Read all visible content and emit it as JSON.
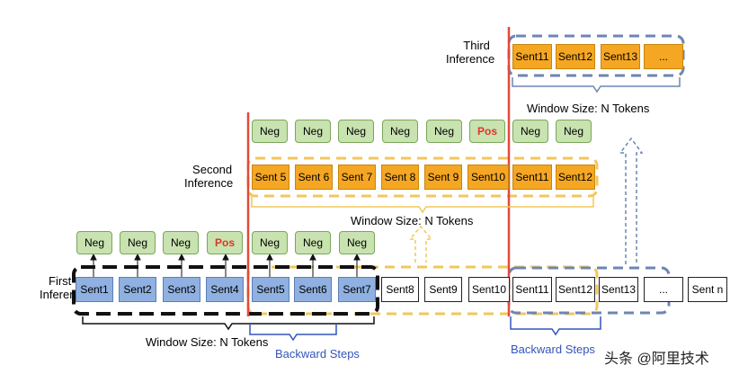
{
  "first_inference": {
    "label_line1": "First",
    "label_line2": "Inference",
    "sentences": [
      "Sent1",
      "Sent2",
      "Sent3",
      "Sent4",
      "Sent5",
      "Sent6",
      "Sent7",
      "Sent8",
      "Sent9",
      "Sent10",
      "Sent11",
      "Sent12",
      "Sent13",
      "...",
      "Sent n"
    ],
    "predictions": [
      "Neg",
      "Neg",
      "Neg",
      "Pos",
      "Neg",
      "Neg",
      "Neg"
    ],
    "window_label": "Window Size: N Tokens",
    "backward_label": "Backward Steps"
  },
  "second_inference": {
    "label_line1": "Second",
    "label_line2": "Inference",
    "sentences": [
      "Sent 5",
      "Sent 6",
      "Sent 7",
      "Sent 8",
      "Sent 9",
      "Sent10",
      "Sent11",
      "Sent12"
    ],
    "predictions": [
      "Neg",
      "Neg",
      "Neg",
      "Neg",
      "Neg",
      "Pos",
      "Neg",
      "Neg"
    ],
    "window_label": "Window Size: N Tokens",
    "backward_label": "Backward Steps"
  },
  "third_inference": {
    "label_line1": "Third",
    "label_line2": "Inference",
    "sentences": [
      "Sent11",
      "Sent12",
      "Sent13",
      "..."
    ],
    "window_label": "Window Size: N Tokens"
  },
  "watermark": "头条 @阿里技术",
  "colors": {
    "first_window": "#111111",
    "second_window": "#f2c75c",
    "third_window": "#6d86b3",
    "divider": "#e24a3b",
    "blue_sentence": "#8fb0e0",
    "orange_sentence": "#f5a623",
    "green_prediction": "#c8e2b0",
    "pos_text": "#e0342a"
  }
}
